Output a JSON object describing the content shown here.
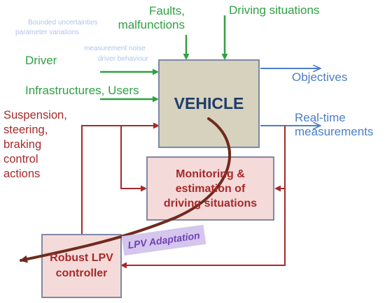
{
  "colors": {
    "input_green": "#2fa043",
    "output_blue": "#4a7ec9",
    "control_red": "#a62a2a",
    "vehicle_fill": "#d6d2bd",
    "vehicle_text": "#1f3b6b",
    "pink_fill": "#f5dada",
    "box_border": "#7f88a4",
    "lpv_tag_fill": "#d4c6ec",
    "lpv_tag_text": "#7241b5",
    "curve_brown": "#6e2b1d",
    "ghost_text": "#b0c4ee"
  },
  "inputs": {
    "faults": "Faults,\nmalfunctions",
    "driving_situations": "Driving situations",
    "driver": "Driver",
    "infrastructures_users": "Infrastructures, Users"
  },
  "outputs": {
    "objectives": "Objectives",
    "realtime_measurements": "Real-time\nmeasurements"
  },
  "control_actions": "Suspension,\nsteering,\nbraking\ncontrol\nactions",
  "boxes": {
    "vehicle": "VEHICLE",
    "monitoring": "Monitoring &\nestimation of\ndriving situations",
    "controller": "Robust LPV\ncontroller"
  },
  "lpv_adaptation": "LPV Adaptation",
  "ghost_text": [
    "Bounded uncertainties",
    "parameter variations",
    "measurement noise",
    "driver behaviour"
  ]
}
